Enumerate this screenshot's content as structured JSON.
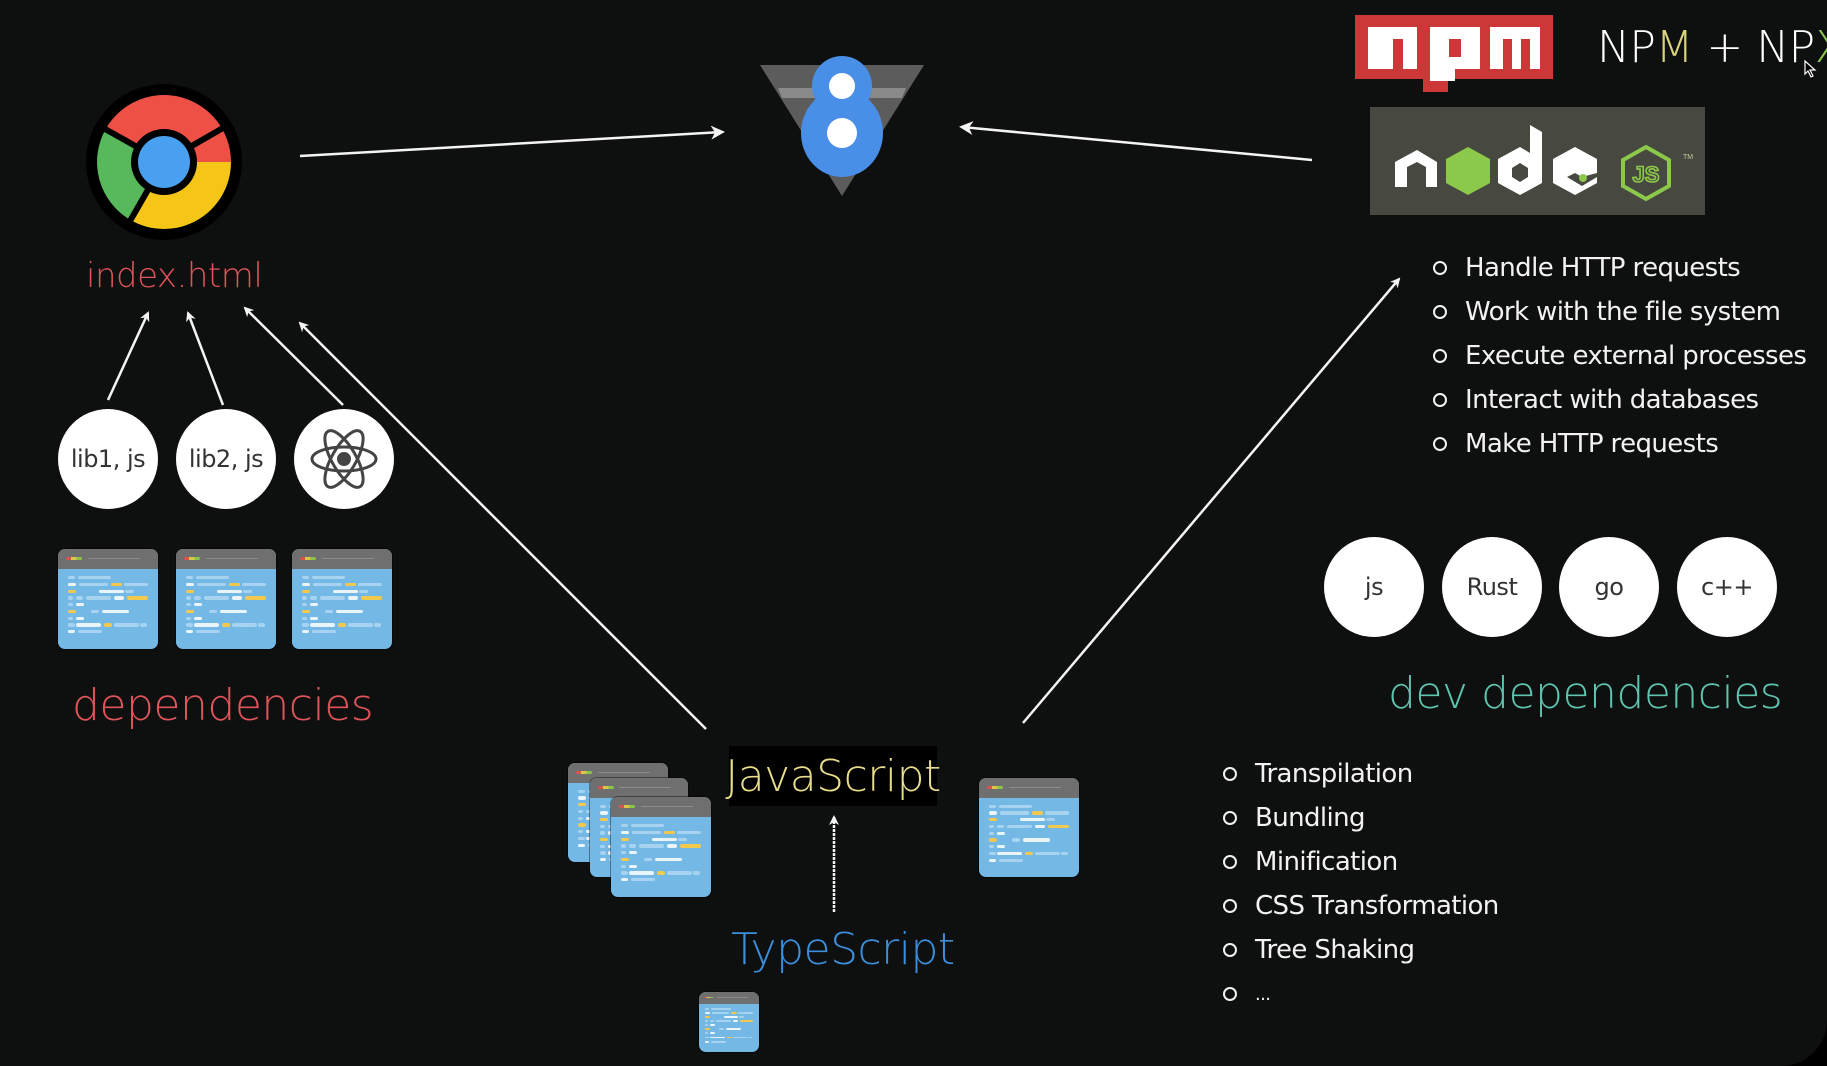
{
  "browser": {
    "icon": "chrome-icon",
    "label": "index.html",
    "label_color": "#e0555a"
  },
  "engine": {
    "icon": "v8-engine-logo",
    "accent": "#4a8fe7"
  },
  "npm": {
    "logo_text": "npm",
    "logo_color": "#cb3837",
    "title_parts": [
      "NPM",
      "M",
      " + NP",
      "X"
    ],
    "title": "NPM + NPX"
  },
  "node": {
    "logo_text": "node",
    "badge_text": "JS",
    "trademark": "TM",
    "accent": "#8cc84b",
    "background": "#474840"
  },
  "node_capabilities": [
    "Handle HTTP requests",
    "Work with the file system",
    "Execute external processes",
    "Interact with databases",
    "Make HTTP requests"
  ],
  "dependencies": {
    "label": "dependencies",
    "label_color": "#e0555a",
    "items": [
      {
        "label": "lib1, js",
        "icon": null
      },
      {
        "label": "lib2, js",
        "icon": null
      },
      {
        "label": "",
        "icon": "react-atom-icon"
      }
    ]
  },
  "dev_dependencies": {
    "label": "dev dependencies",
    "label_color": "#5fc4b0",
    "items": [
      {
        "label": "js"
      },
      {
        "label": "Rust"
      },
      {
        "label": "go"
      },
      {
        "label": "c++"
      }
    ]
  },
  "build_steps": [
    "Transpilation",
    "Bundling",
    "Minification",
    "CSS Transformation",
    "Tree Shaking",
    "..."
  ],
  "languages": {
    "javascript": {
      "label": "JavaScript",
      "color": "#e8de8a"
    },
    "typescript": {
      "label": "TypeScript",
      "color": "#3c8fdc"
    }
  }
}
